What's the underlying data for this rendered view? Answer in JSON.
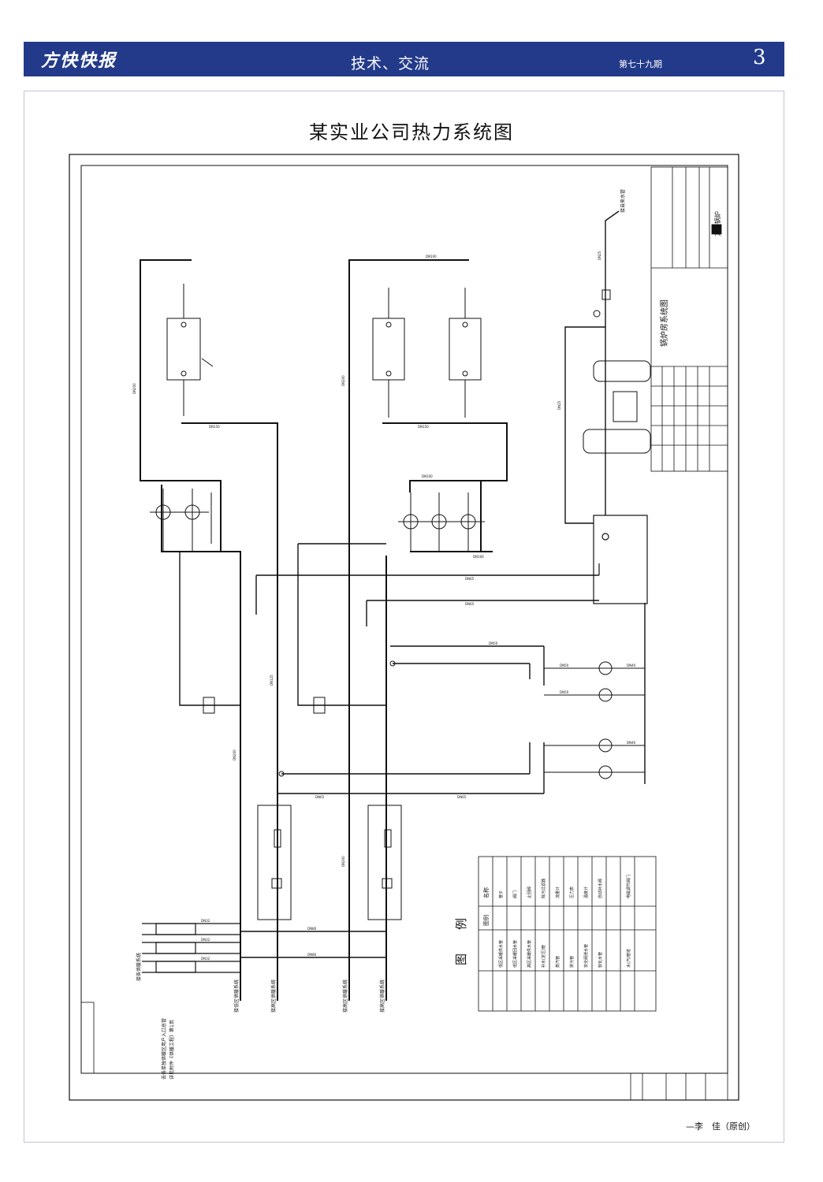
{
  "header": {
    "brand": "方快快报",
    "section": "技术、交流",
    "issue": "第七十九期",
    "page_number": "3"
  },
  "diagram": {
    "title": "某实业公司热力系统图",
    "title_block_name": "锅炉房系统图",
    "company": "方快锅炉",
    "legend_title_1": "图",
    "legend_title_2": "例",
    "legend_col_symbol": "图例",
    "legend_col_name": "名称",
    "legend_left": [
      "管子",
      "阀门",
      "止回阀",
      "除污过滤器",
      "流量计",
      "压力表",
      "温度计",
      "自动补水阀",
      "电磁调节阀门"
    ],
    "legend_right": [
      "低区采暖供水管",
      "低区采暖回水管",
      "高区采暖供水管",
      "补水(定压)管",
      "蒸汽管",
      "排污管",
      "安全阀泄水管",
      "软化水管",
      "水(汽)管道"
    ],
    "label_low_supply": "接低区供暖系统",
    "label_high_supply": "接高区供暖系统",
    "label_low_return": "接高区供暖系统",
    "label_tap_water": "接自来水管",
    "label_to_zones": "接各供暖系统",
    "label_left_rot_1": "去各单独供暖区用户入口总管",
    "label_left_rot_2": "详见附件《供暖工程》第1页",
    "pipe_labels": [
      "DN200",
      "DN150",
      "DN100",
      "DN80",
      "DN65",
      "DN50",
      "DN40",
      "DN32",
      "DN25",
      "DN125"
    ]
  },
  "footer": {
    "author": "—李　佳（原创）"
  },
  "colors": {
    "header_bg": "#233a8a",
    "line": "#111111"
  }
}
